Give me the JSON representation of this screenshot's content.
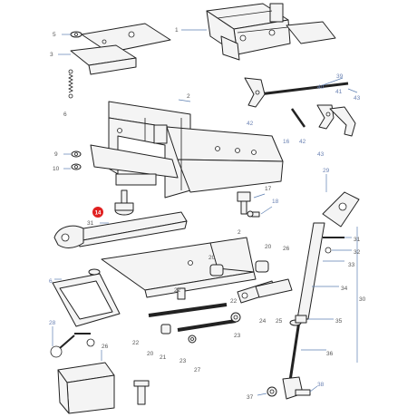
{
  "highlight": {
    "label": "14",
    "color": "#e02020"
  },
  "callouts": {
    "c1": "1",
    "c2": "2",
    "c3": "3",
    "c5": "5",
    "c6": "6",
    "c9": "9",
    "c10": "10",
    "c16": "16",
    "c17": "17",
    "c18": "18",
    "c20a": "20",
    "c20b": "20",
    "c21": "21",
    "c22a": "22",
    "c22b": "22",
    "c22c": "22",
    "c23a": "23",
    "c23b": "23",
    "c24": "24",
    "c25": "25",
    "c26a": "26",
    "c26b": "26",
    "c27": "27",
    "c28": "28",
    "c29": "29",
    "c30": "30",
    "c31a": "31",
    "c31b": "31",
    "c32": "32",
    "c33": "33",
    "c34": "34",
    "c35": "35",
    "c36": "36",
    "c37": "37",
    "c38": "38",
    "c39": "39",
    "c40": "40",
    "c41": "41",
    "c42a": "42",
    "c42b": "42",
    "c43a": "43",
    "c43b": "43",
    "c6b": "6"
  },
  "colors": {
    "leader": "#5d7fb2",
    "label_blue": "#6b82b3",
    "label_grey": "#555555"
  }
}
